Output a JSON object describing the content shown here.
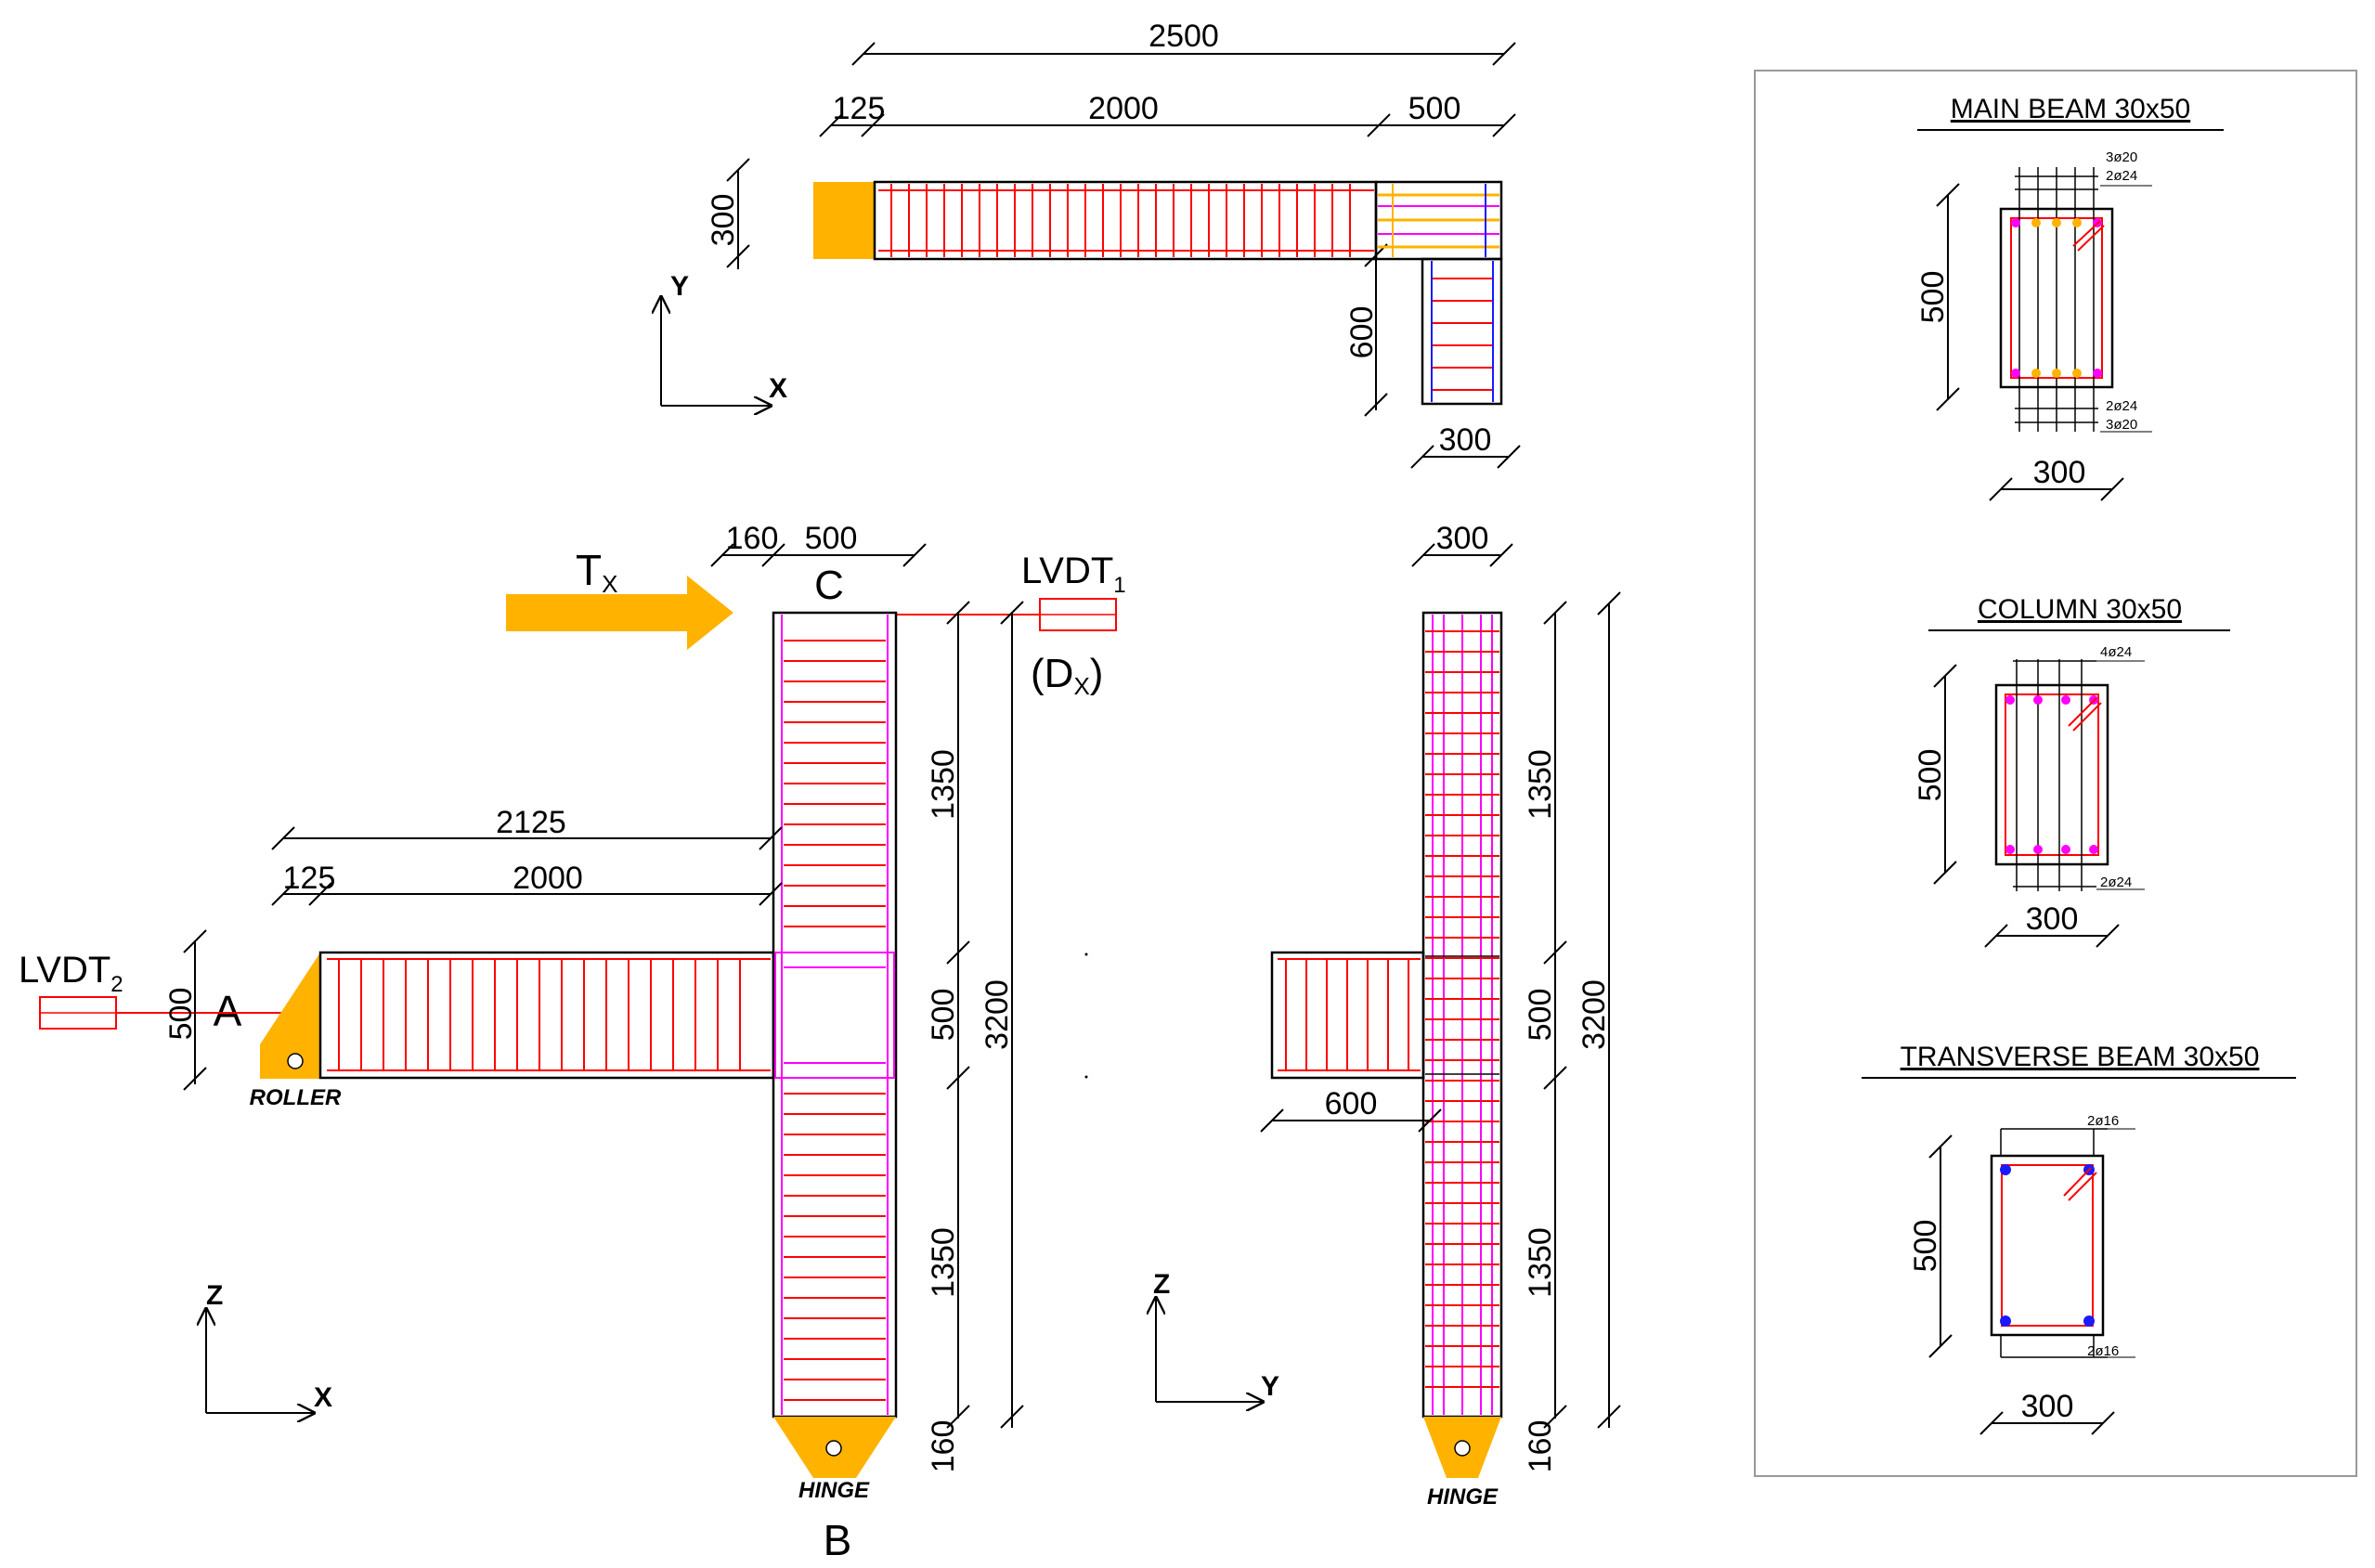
{
  "plan_view": {
    "dim_overall": "2500",
    "dim_left": "125",
    "dim_beam": "2000",
    "dim_right": "500",
    "dim_height": "300",
    "dim_transverse_length": "600",
    "dim_transverse_width": "300",
    "axis_y": "Y",
    "axis_x": "X"
  },
  "elevation_xz": {
    "load_label": "T",
    "load_sub": "X",
    "point_c": "C",
    "point_a": "A",
    "point_b": "B",
    "lvdt1": "LVDT",
    "lvdt1_sub": "1",
    "dx_open": "(D",
    "dx_sub": "X",
    "dx_close": ")",
    "lvdt2": "LVDT",
    "lvdt2_sub": "2",
    "dim_top_small": "160",
    "dim_top_col": "500",
    "dim_2125": "2125",
    "dim_125": "125",
    "dim_2000": "2000",
    "dim_beam_depth": "500",
    "dim_col_upper": "1350",
    "dim_joint": "500",
    "dim_col_lower": "1350",
    "dim_base": "160",
    "dim_total": "3200",
    "roller": "ROLLER",
    "hinge": "HINGE",
    "axis_z": "Z",
    "axis_x": "X"
  },
  "elevation_yz": {
    "dim_top": "300",
    "dim_upper": "1350",
    "dim_joint": "500",
    "dim_lower": "1350",
    "dim_base": "160",
    "dim_total": "3200",
    "dim_stub": "600",
    "hinge": "HINGE",
    "axis_z": "Z",
    "axis_y": "Y"
  },
  "sections": {
    "main_beam": {
      "title": "MAIN  BEAM  30x50",
      "top1": "3ø20",
      "top2": "2ø24",
      "bot1": "2ø24",
      "bot2": "3ø20",
      "height": "500",
      "width": "300"
    },
    "column": {
      "title": "COLUMN  30x50",
      "top": "4ø24",
      "bot": "2ø24",
      "height": "500",
      "width": "300"
    },
    "transverse_beam": {
      "title": "TRANSVERSE  BEAM  30x50",
      "top": "2ø16",
      "bot": "2ø16",
      "height": "500",
      "width": "300"
    }
  },
  "colors": {
    "rebar": "#ff0000",
    "support": "#ffb300",
    "stirrup_alt": "#ff00ff",
    "rebar_blue": "#1a1aff"
  }
}
